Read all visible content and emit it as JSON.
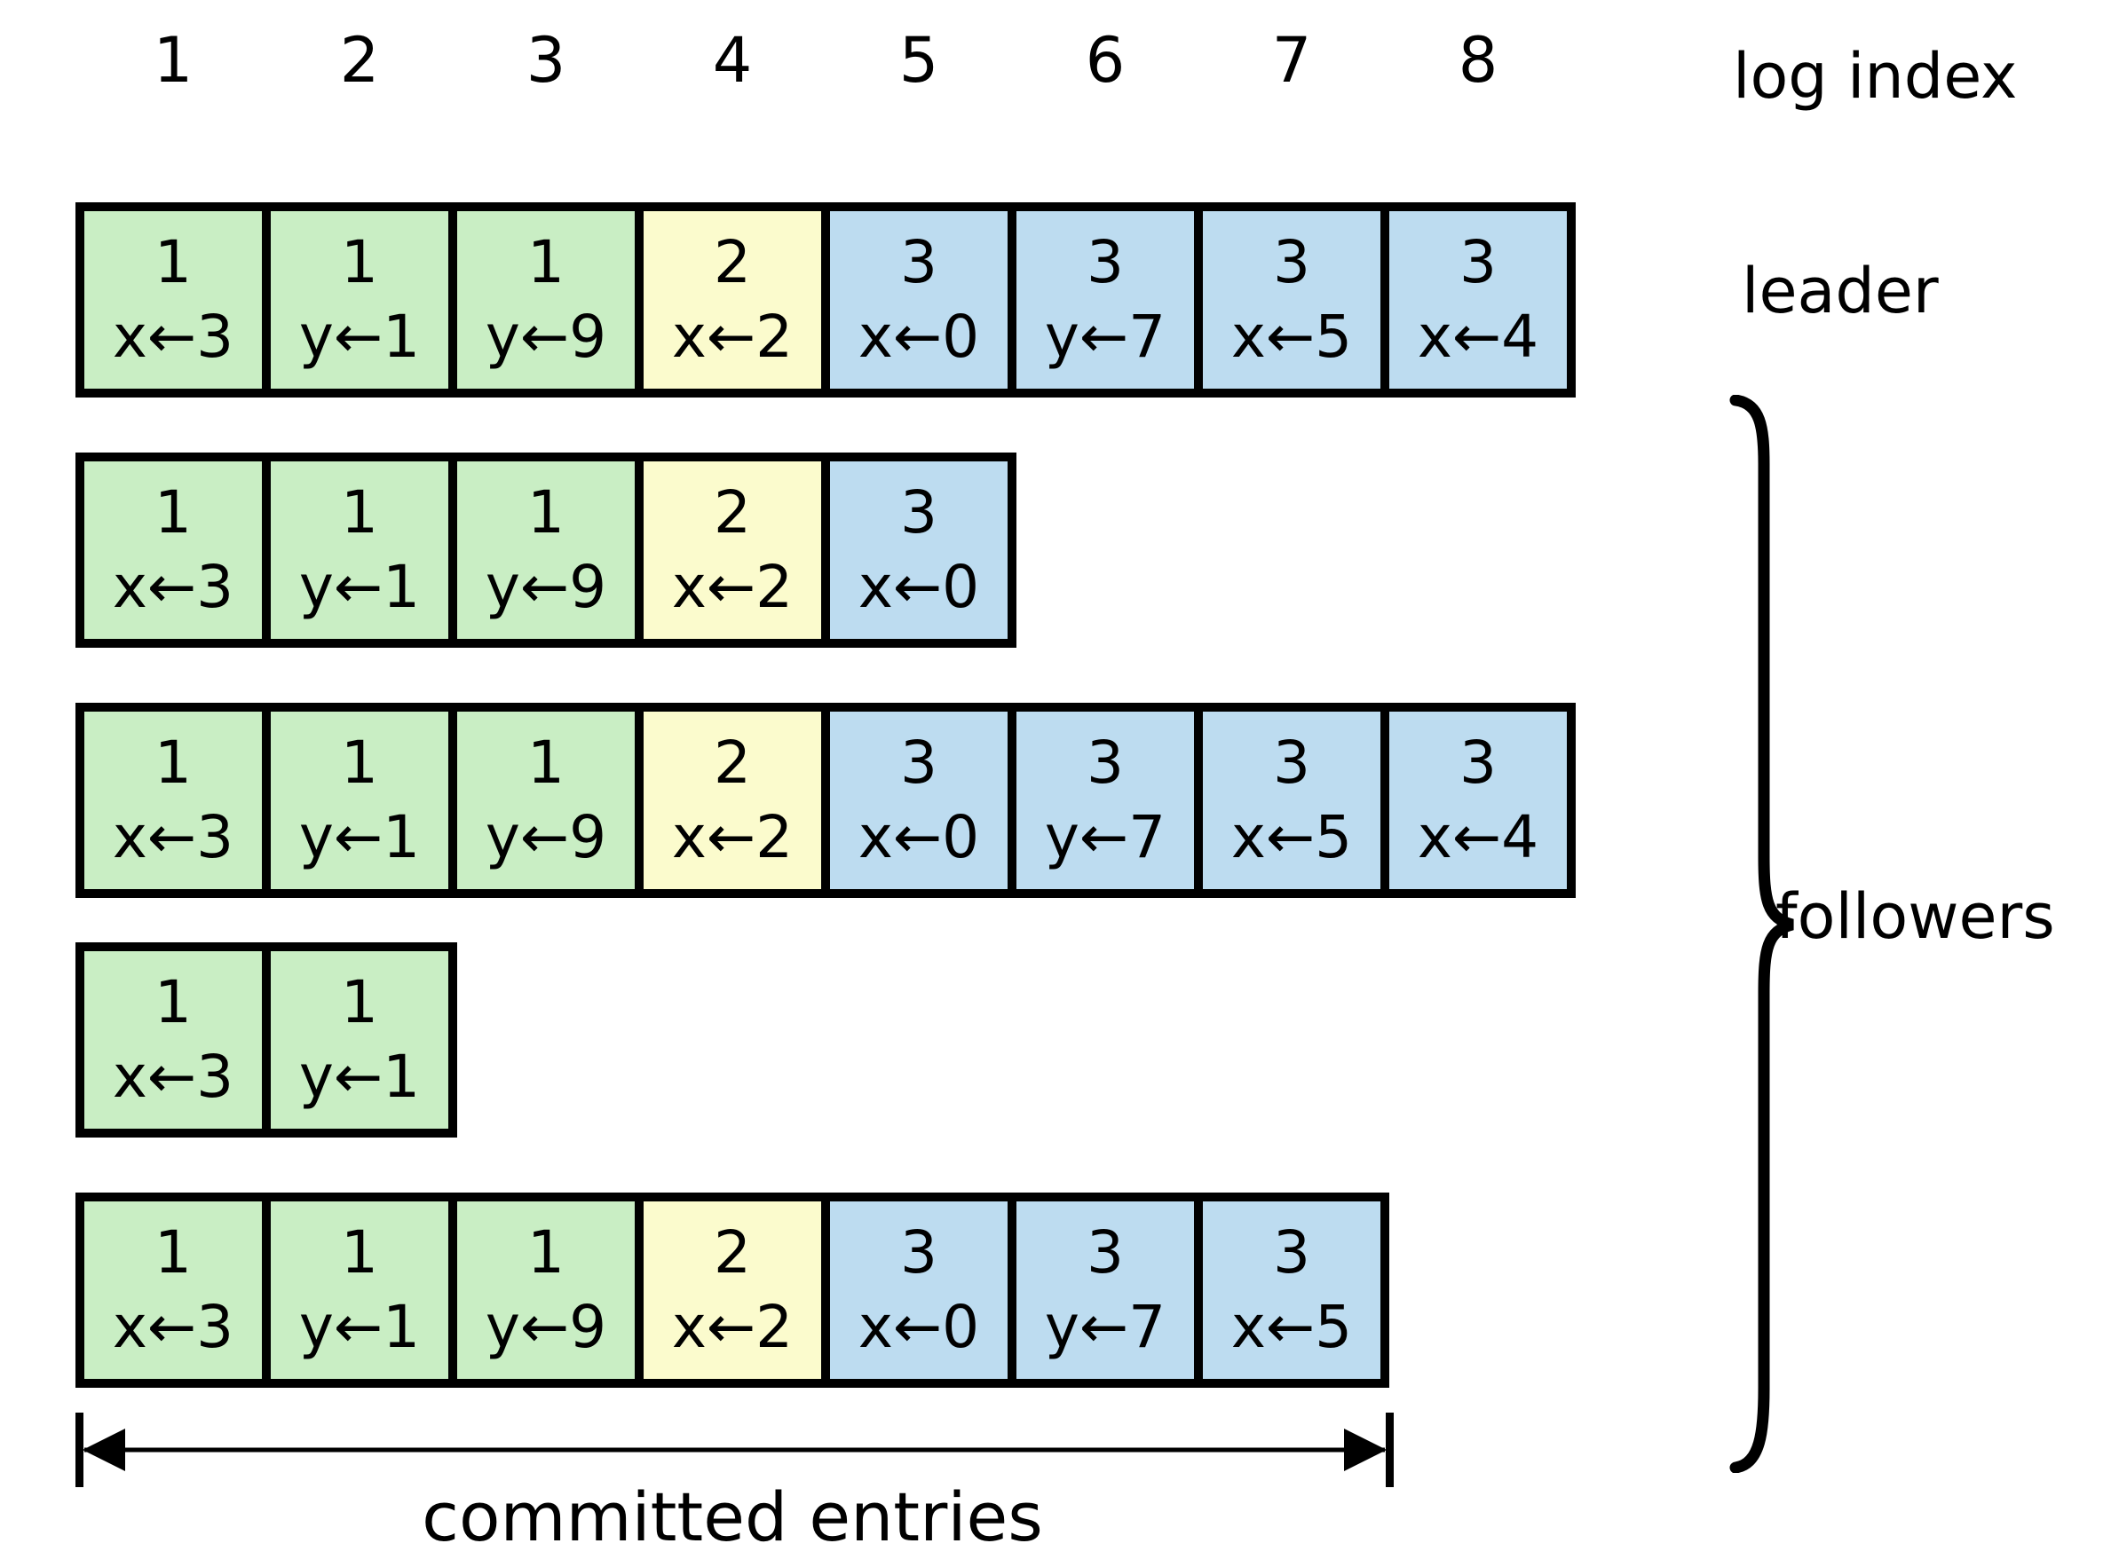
{
  "diagram": {
    "type": "raft-log-replication",
    "labels": {
      "log_index": "log index",
      "leader": "leader",
      "followers": "followers",
      "committed": "committed entries"
    },
    "log_indices": [
      "1",
      "2",
      "3",
      "4",
      "5",
      "6",
      "7",
      "8"
    ],
    "term_colors": {
      "1": "#c9eec4",
      "2": "#fbfbcd",
      "3": "#bddcf0"
    },
    "outline_color": "#000000",
    "rows": [
      {
        "id": "leader",
        "role": "leader",
        "entries": [
          {
            "term": "1",
            "command": "x←3"
          },
          {
            "term": "1",
            "command": "y←1"
          },
          {
            "term": "1",
            "command": "y←9"
          },
          {
            "term": "2",
            "command": "x←2"
          },
          {
            "term": "3",
            "command": "x←0"
          },
          {
            "term": "3",
            "command": "y←7"
          },
          {
            "term": "3",
            "command": "x←5"
          },
          {
            "term": "3",
            "command": "x←4"
          }
        ]
      },
      {
        "id": "follower-1",
        "role": "follower",
        "entries": [
          {
            "term": "1",
            "command": "x←3"
          },
          {
            "term": "1",
            "command": "y←1"
          },
          {
            "term": "1",
            "command": "y←9"
          },
          {
            "term": "2",
            "command": "x←2"
          },
          {
            "term": "3",
            "command": "x←0"
          }
        ]
      },
      {
        "id": "follower-2",
        "role": "follower",
        "entries": [
          {
            "term": "1",
            "command": "x←3"
          },
          {
            "term": "1",
            "command": "y←1"
          },
          {
            "term": "1",
            "command": "y←9"
          },
          {
            "term": "2",
            "command": "x←2"
          },
          {
            "term": "3",
            "command": "x←0"
          },
          {
            "term": "3",
            "command": "y←7"
          },
          {
            "term": "3",
            "command": "x←5"
          },
          {
            "term": "3",
            "command": "x←4"
          }
        ]
      },
      {
        "id": "follower-3",
        "role": "follower",
        "entries": [
          {
            "term": "1",
            "command": "x←3"
          },
          {
            "term": "1",
            "command": "y←1"
          }
        ]
      },
      {
        "id": "follower-4",
        "role": "follower",
        "entries": [
          {
            "term": "1",
            "command": "x←3"
          },
          {
            "term": "1",
            "command": "y←1"
          },
          {
            "term": "1",
            "command": "y←9"
          },
          {
            "term": "2",
            "command": "x←2"
          },
          {
            "term": "3",
            "command": "x←0"
          },
          {
            "term": "3",
            "command": "y←7"
          },
          {
            "term": "3",
            "command": "x←5"
          }
        ]
      }
    ],
    "committed_span": {
      "from_index": 1,
      "through_index": 7
    }
  }
}
